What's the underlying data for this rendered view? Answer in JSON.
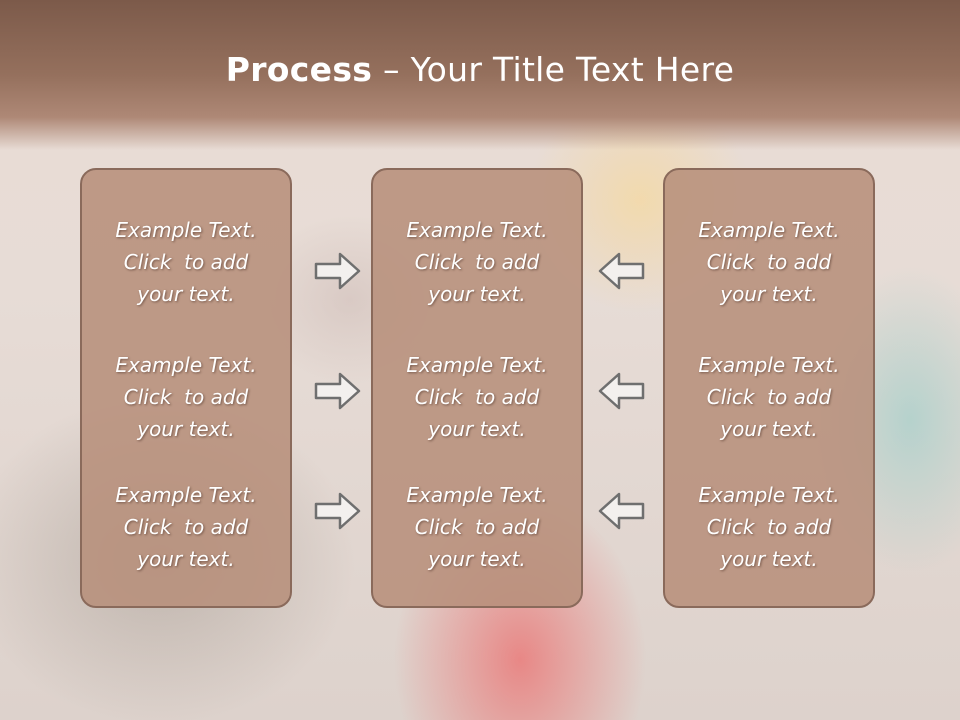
{
  "slide": {
    "title_bold": "Process",
    "title_rest": " – Your Title Text Here"
  },
  "columns": [
    {
      "items": [
        {
          "line1": "Example Text.",
          "line2": "Click  to add",
          "line3": "your text."
        },
        {
          "line1": "Example Text.",
          "line2": "Click  to add",
          "line3": "your text."
        },
        {
          "line1": "Example Text.",
          "line2": "Click  to add",
          "line3": "your text."
        }
      ]
    },
    {
      "items": [
        {
          "line1": "Example Text.",
          "line2": "Click  to add",
          "line3": "your text."
        },
        {
          "line1": "Example Text.",
          "line2": "Click  to add",
          "line3": "your text."
        },
        {
          "line1": "Example Text.",
          "line2": "Click  to add",
          "line3": "your text."
        }
      ]
    },
    {
      "items": [
        {
          "line1": "Example Text.",
          "line2": "Click  to add",
          "line3": "your text."
        },
        {
          "line1": "Example Text.",
          "line2": "Click  to add",
          "line3": "your text."
        },
        {
          "line1": "Example Text.",
          "line2": "Click  to add",
          "line3": "your text."
        }
      ]
    }
  ],
  "colors": {
    "panel_fill": "#b78f7b",
    "panel_border": "#8a6a5b",
    "title_band": "#95705d",
    "arrow_stroke": "#6f6f6f"
  },
  "icons": {
    "right": "arrow-right-icon",
    "left": "arrow-left-icon"
  }
}
